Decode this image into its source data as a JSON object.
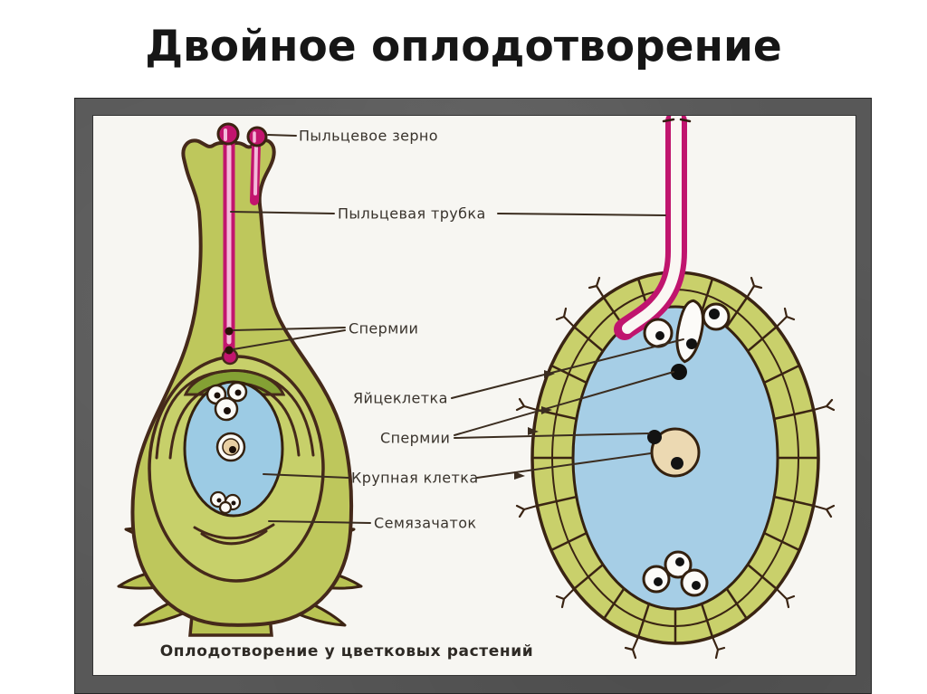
{
  "slide": {
    "title": "Двойное оплодотворение"
  },
  "figure": {
    "caption": "Оплодотворение у цветковых растений",
    "labels": {
      "pollen_grain": "Пыльцевое зерно",
      "pollen_tube": "Пыльцевая трубка",
      "sperm_in_tube": "Спермии",
      "egg_cell": "Яйцеклетка",
      "sperm_in_sac": "Спермии",
      "central_cell": "Крупная клетка",
      "ovule": "Семязачаток"
    },
    "colors": {
      "frame_gray": "#585858",
      "panel_white": "#f7f6f2",
      "outline_brown": "#45291a",
      "plant_green": "#bec75c",
      "wall_green": "#c9d06b",
      "sac_blue": "#9ccbe4",
      "tube_magenta": "#c2156e",
      "nucleus_beige": "#ecd9b2",
      "label_text": "#39332c"
    }
  }
}
